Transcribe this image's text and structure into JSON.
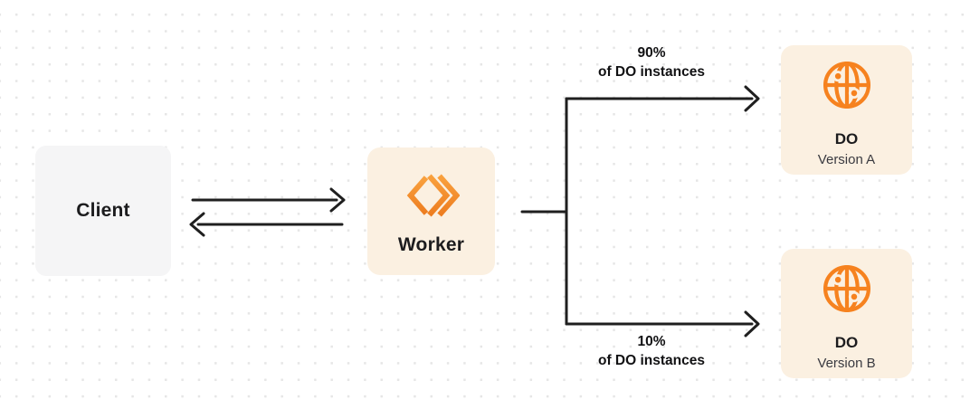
{
  "diagram": {
    "description": "Worker routing traffic split between two Durable Object versions"
  },
  "colors": {
    "accent_orange": "#F6821F",
    "accent_orange_light": "#F9A13E",
    "box_cream": "#FBF0E1",
    "box_gray": "#F5F5F6",
    "line_dark": "#1F1F1F",
    "text_dark": "#1C1C1E",
    "text_muted": "#3A3A40",
    "dot_grid": "#E6E6E6"
  },
  "nodes": {
    "client": {
      "label": "Client"
    },
    "worker": {
      "label": "Worker",
      "icon": "workers-icon"
    },
    "do_version_a": {
      "title": "DO",
      "subtitle": "Version A",
      "icon": "durable-object-globe-icon"
    },
    "do_version_b": {
      "title": "DO",
      "subtitle": "Version B",
      "icon": "durable-object-globe-icon"
    }
  },
  "edges": {
    "client_worker": {
      "style": "bidirectional-arrows"
    },
    "top_branch": {
      "label_line1": "90%",
      "label_line2": "of DO instances"
    },
    "bottom_branch": {
      "label_line1": "10%",
      "label_line2": "of DO instances"
    }
  }
}
